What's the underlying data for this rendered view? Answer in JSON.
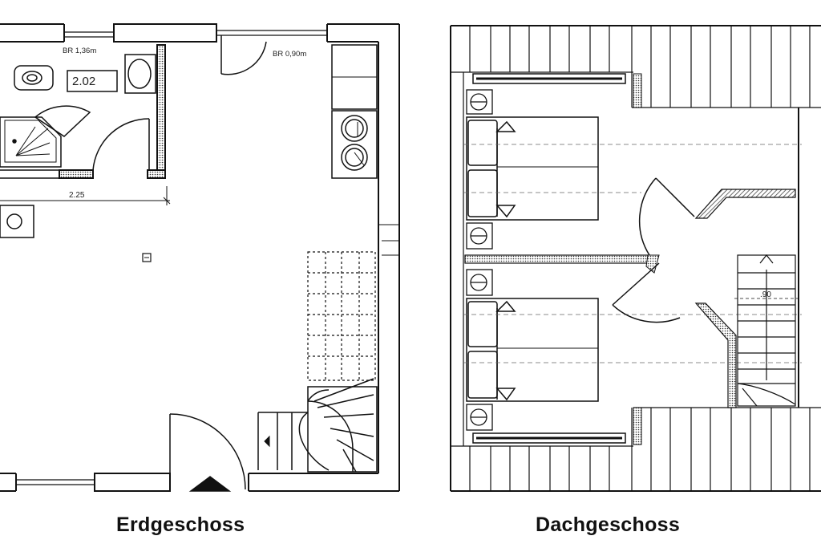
{
  "plans": {
    "ground": {
      "title": "Erdgeschoss",
      "room_number": "2.02",
      "door_width_bath": "BR 1,36m",
      "door_width_hall": "BR 0,90m",
      "dimension_bath": "2.25"
    },
    "attic": {
      "title": "Dachgeschoss",
      "stair_width": ".90"
    }
  },
  "colors": {
    "line": "#111111",
    "hatch": "#555555",
    "background": "#ffffff"
  }
}
